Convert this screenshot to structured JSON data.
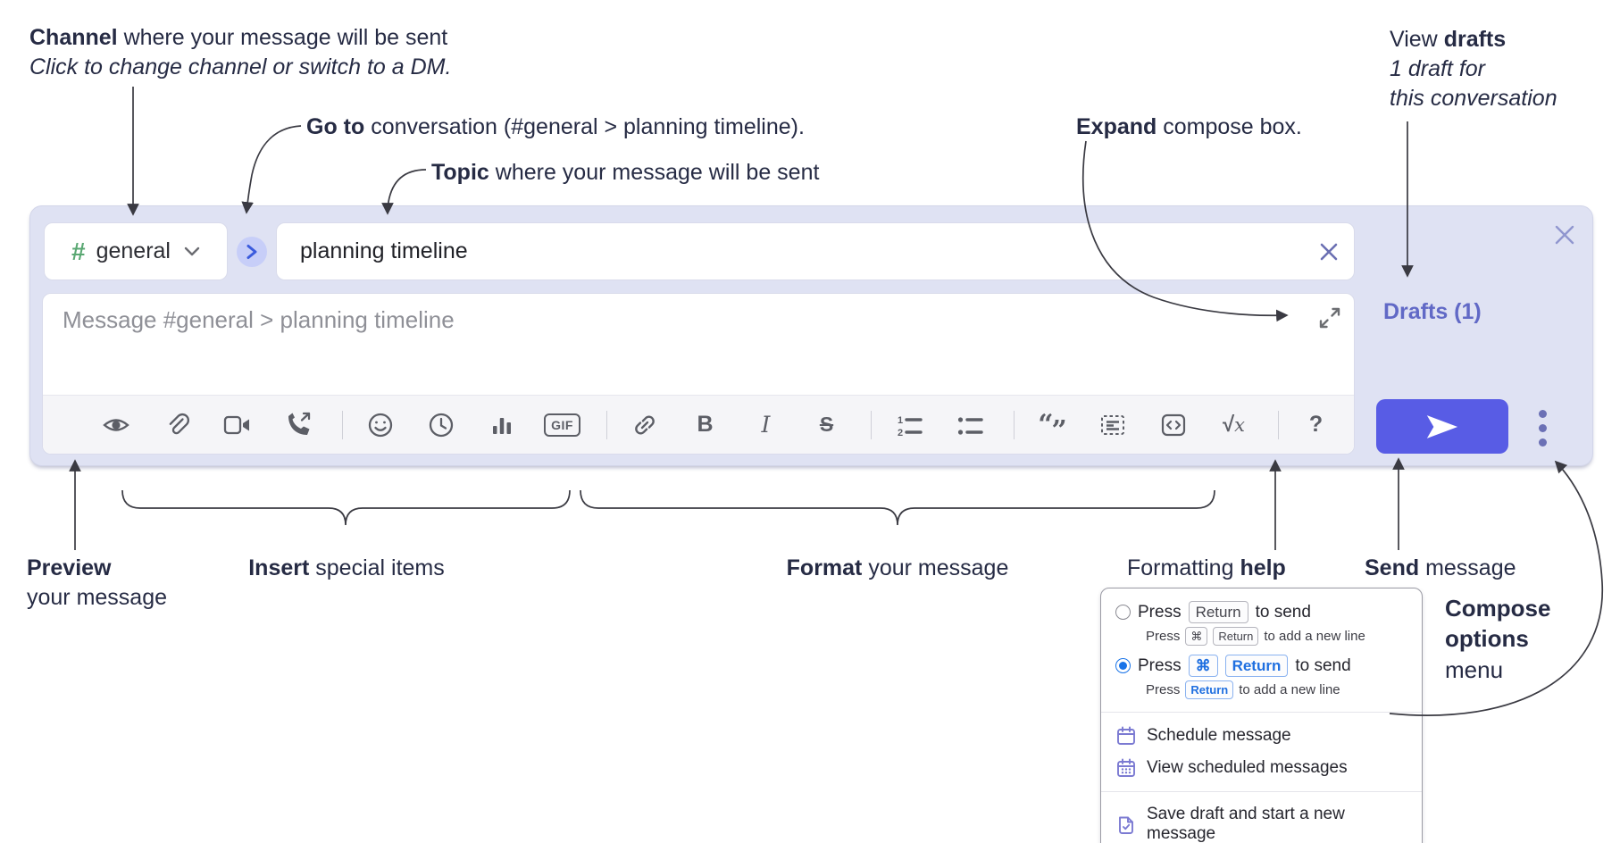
{
  "annotations": {
    "channel": {
      "bold": "Channel",
      "rest": " where your message will be sent",
      "sub": "Click to change channel or switch to a DM."
    },
    "goto": {
      "bold": "Go to",
      "rest": " conversation (#general > planning timeline)."
    },
    "topic": {
      "bold": "Topic",
      "rest": " where your message will be sent"
    },
    "expand": {
      "bold": "Expand",
      "rest": " compose box."
    },
    "drafts": {
      "pre": "View ",
      "bold": "drafts",
      "line2": "1 draft for",
      "line3": "this conversation"
    },
    "preview": {
      "bold": "Preview",
      "line2": "your message"
    },
    "insert": {
      "bold": "Insert",
      "rest": " special items"
    },
    "format": {
      "bold": "Format",
      "rest": " your message"
    },
    "help": {
      "pre": "Formatting ",
      "bold": "help"
    },
    "send": {
      "bold": "Send",
      "rest": " message"
    },
    "compose_options": {
      "line1": "Compose",
      "line2": "options",
      "line3": "menu"
    }
  },
  "compose": {
    "channel_hash": "#",
    "channel_name": "general",
    "topic_value": "planning timeline",
    "message_placeholder": "Message #general > planning timeline",
    "drafts_link": "Drafts (1)",
    "glyphs": {
      "bold": "B",
      "italic": "I",
      "strike": "S",
      "help": "?",
      "gif": "GIF",
      "ol1": "1",
      "ol2": "2",
      "quote_open": "“",
      "quote_close": "”",
      "sqrt": "√",
      "x": "x"
    },
    "toolbar_icons": [
      "preview-eye",
      "paperclip",
      "video",
      "phone-call",
      "emoji",
      "clock",
      "bar-chart",
      "gif",
      "link",
      "bold",
      "italic",
      "strikethrough",
      "ordered-list",
      "bulleted-list",
      "blockquote",
      "snippet",
      "code-block",
      "formula",
      "help"
    ],
    "colors": {
      "panel_bg": "#dfe2f3",
      "send_button": "#585ce5",
      "drafts_link": "#6169c6",
      "hash_green": "#5aa873",
      "kbd_blue": "#1f6fe0",
      "menu_icon_purple": "#7b7ad2",
      "toolbar_icon": "#5c5e66"
    }
  },
  "popup": {
    "press": "Press",
    "return_key": "Return",
    "cmd_key": "⌘",
    "to_send": "to send",
    "to_newline": "to add a new line",
    "menu_items": [
      "Schedule message",
      "View scheduled messages",
      "Save draft and start a new message"
    ]
  }
}
